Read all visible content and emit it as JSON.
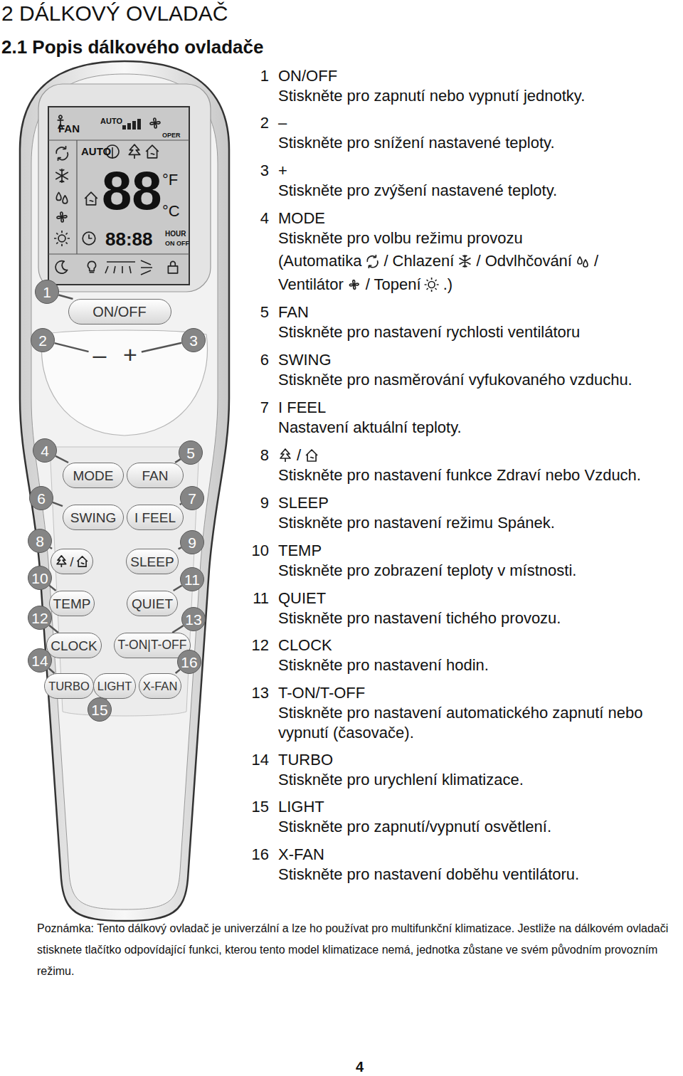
{
  "diagram": {
    "title": "2 DÁLKOVÝ OVLADAČ",
    "nodes": [
      {
        "text": [
          "ON/OFF"
        ]
      },
      {
        "text": [
          "–"
        ]
      },
      {
        "text": [
          "+"
        ]
      },
      {
        "text": [
          "MODE"
        ]
      },
      {
        "text": [
          "FAN"
        ]
      },
      {
        "text": [
          "SWING"
        ]
      },
      {
        "text": [
          "I FEEL"
        ]
      },
      {
        "text": [
          "/"
        ]
      },
      {
        "text": [
          "SLEEP"
        ]
      },
      {
        "text": [
          "TEMP"
        ]
      },
      {
        "text": [
          "QUIET"
        ]
      },
      {
        "text": [
          "CLOCK"
        ]
      },
      {
        "text": [
          "T-ON|T-OFF"
        ]
      },
      {
        "text": [
          "TURBO"
        ]
      },
      {
        "text": [
          "LIGHT"
        ]
      },
      {
        "text": [
          "X-FAN"
        ]
      },
      {
        "text": [
          "1"
        ]
      },
      {
        "text": [
          "2"
        ]
      },
      {
        "text": [
          "3"
        ]
      },
      {
        "text": [
          "4"
        ]
      },
      {
        "text": [
          "5"
        ]
      },
      {
        "text": [
          "6"
        ]
      },
      {
        "text": [
          "7"
        ]
      },
      {
        "text": [
          "8"
        ]
      },
      {
        "text": [
          "9"
        ]
      },
      {
        "text": [
          "10"
        ]
      },
      {
        "text": [
          "11"
        ]
      },
      {
        "text": [
          "12"
        ]
      },
      {
        "text": [
          "13"
        ]
      },
      {
        "text": [
          "14"
        ]
      },
      {
        "text": [
          "15"
        ]
      },
      {
        "text": [
          "16"
        ]
      }
    ],
    "edges": [
      {
        "from": 16,
        "to": 0,
        "arrow": "none"
      },
      {
        "from": 17,
        "to": 1,
        "arrow": "none"
      },
      {
        "from": 18,
        "to": 2,
        "arrow": "none"
      },
      {
        "from": 19,
        "to": 3,
        "arrow": "none"
      },
      {
        "from": 20,
        "to": 4,
        "arrow": "none"
      },
      {
        "from": 21,
        "to": 5,
        "arrow": "none"
      },
      {
        "from": 22,
        "to": 6,
        "arrow": "none"
      },
      {
        "from": 23,
        "to": 7,
        "arrow": "none"
      },
      {
        "from": 24,
        "to": 8,
        "arrow": "none"
      },
      {
        "from": 25,
        "to": 9,
        "arrow": "none"
      },
      {
        "from": 26,
        "to": 10,
        "arrow": "none"
      },
      {
        "from": 27,
        "to": 11,
        "arrow": "none"
      },
      {
        "from": 28,
        "to": 12,
        "arrow": "none"
      },
      {
        "from": 29,
        "to": 13,
        "arrow": "none"
      },
      {
        "from": 30,
        "to": 14,
        "arrow": "none"
      },
      {
        "from": 31,
        "to": 15,
        "arrow": "none"
      }
    ],
    "labels": [
      "2.1 Popis dálkového ovladače",
      "FAN",
      "AUTO",
      "OPER",
      "AUTO",
      "88",
      "°F",
      "°C",
      "88:88",
      "HOUR",
      "ON OFF",
      "1",
      "ON/OFF",
      "Stiskněte pro zapnutí nebo vypnutí jednotky.",
      "2",
      "–",
      "Stiskněte pro snížení nastavené teploty.",
      "3",
      "+",
      "Stiskněte pro zvýšení nastavené teploty.",
      "4",
      "MODE",
      "Stiskněte pro volbu režimu provozu",
      "(Automatika",
      "/ Chlazení",
      "/ Odvlhčování",
      "/",
      "Ventilátor",
      "/ Topení",
      ".)",
      "5",
      "FAN",
      "Stiskněte pro nastavení rychlosti ventilátoru",
      "6",
      "SWING",
      "Stiskněte pro nasměrování vyfukovaného vzduchu.",
      "7",
      "I FEEL",
      "Nastavení aktuální teploty.",
      "8",
      "/",
      "Stiskněte pro nastavení funkce Zdraví nebo Vzduch.",
      "9",
      "SLEEP",
      "Stiskněte pro nastavení režimu Spánek.",
      "10",
      "TEMP",
      "Stiskněte pro zobrazení teploty v místnosti.",
      "11",
      "QUIET",
      "Stiskněte pro nastavení tichého provozu.",
      "12",
      "CLOCK",
      "Stiskněte pro nastavení hodin.",
      "13",
      "T-ON/T-OFF",
      "Stiskněte pro nastavení automatického zapnutí nebo vypnutí (časovače).",
      "14",
      "TURBO",
      "Stiskněte pro urychlení klimatizace.",
      "15",
      "LIGHT",
      "Stiskněte pro zapnutí/vypnutí osvětlení.",
      "16",
      "X-FAN",
      "Stiskněte pro nastavení doběhu ventilátoru.",
      "Poznámka: Tento dálkový ovladač je univerzální a lze ho používat pro multifunkční klimatizace. Jestliže na dálkovém ovladači stisknete tlačítko odpovídající funkci, kterou tento model klimatizace nemá, jednotka zůstane ve svém původním provozním režimu.",
      "4"
    ]
  }
}
